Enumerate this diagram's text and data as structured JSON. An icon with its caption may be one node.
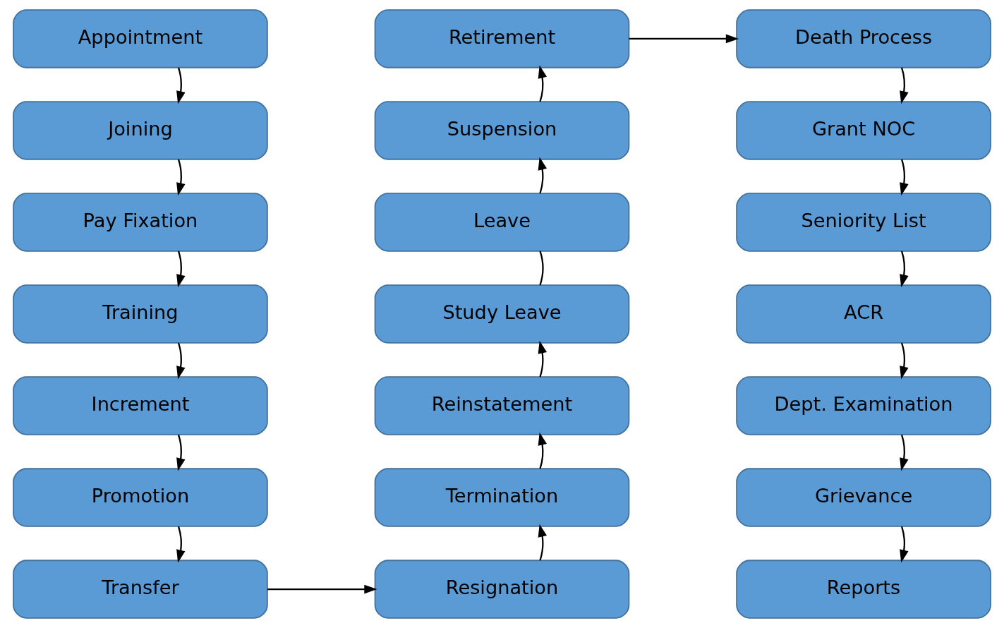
{
  "diagram": {
    "nodes": [
      {
        "text": [
          "Appointment"
        ]
      },
      {
        "text": [
          "Joining"
        ]
      },
      {
        "text": [
          "Pay Fixation"
        ]
      },
      {
        "text": [
          "Training"
        ]
      },
      {
        "text": [
          "Increment"
        ]
      },
      {
        "text": [
          "Promotion"
        ]
      },
      {
        "text": [
          "Transfer"
        ]
      },
      {
        "text": [
          "Retirement"
        ]
      },
      {
        "text": [
          "Suspension"
        ]
      },
      {
        "text": [
          "Leave"
        ]
      },
      {
        "text": [
          "Study Leave"
        ]
      },
      {
        "text": [
          "Reinstatement"
        ]
      },
      {
        "text": [
          "Termination"
        ]
      },
      {
        "text": [
          "Resignation"
        ]
      },
      {
        "text": [
          "Death Process"
        ]
      },
      {
        "text": [
          "Grant NOC"
        ]
      },
      {
        "text": [
          "Seniority List"
        ]
      },
      {
        "text": [
          "ACR"
        ]
      },
      {
        "text": [
          "Dept. Examination"
        ]
      },
      {
        "text": [
          "Grievance"
        ]
      },
      {
        "text": [
          "Reports"
        ]
      }
    ],
    "edges": [
      {
        "from": 0,
        "to": 1,
        "arrow": "to"
      },
      {
        "from": 1,
        "to": 2,
        "arrow": "to"
      },
      {
        "from": 2,
        "to": 3,
        "arrow": "to"
      },
      {
        "from": 3,
        "to": 4,
        "arrow": "to"
      },
      {
        "from": 4,
        "to": 5,
        "arrow": "to"
      },
      {
        "from": 5,
        "to": 6,
        "arrow": "to"
      },
      {
        "from": 6,
        "to": 13,
        "arrow": "to"
      },
      {
        "from": 13,
        "to": 12,
        "arrow": "to"
      },
      {
        "from": 12,
        "to": 11,
        "arrow": "to"
      },
      {
        "from": 11,
        "to": 10,
        "arrow": "to"
      },
      {
        "from": 10,
        "to": 9,
        "arrow": "none"
      },
      {
        "from": 9,
        "to": 8,
        "arrow": "to"
      },
      {
        "from": 8,
        "to": 7,
        "arrow": "to"
      },
      {
        "from": 7,
        "to": 14,
        "arrow": "to"
      },
      {
        "from": 14,
        "to": 15,
        "arrow": "to"
      },
      {
        "from": 15,
        "to": 16,
        "arrow": "to"
      },
      {
        "from": 16,
        "to": 17,
        "arrow": "to"
      },
      {
        "from": 17,
        "to": 18,
        "arrow": "to"
      },
      {
        "from": 18,
        "to": 19,
        "arrow": "to"
      },
      {
        "from": 19,
        "to": 20,
        "arrow": "to"
      }
    ]
  }
}
